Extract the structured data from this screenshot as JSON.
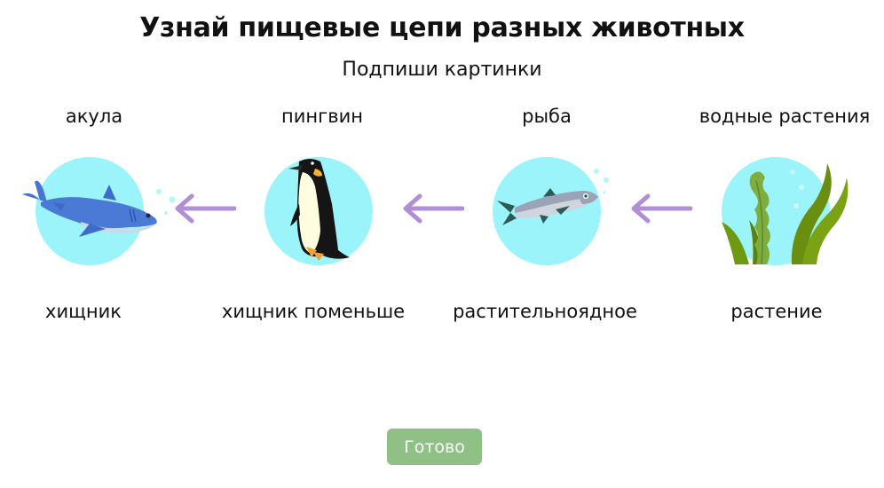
{
  "header": {
    "title": "Узнай пищевые цепи разных животных",
    "subtitle": "Подпиши картинки"
  },
  "chain": [
    {
      "name": "акула",
      "role": "хищник",
      "icon": "shark-icon"
    },
    {
      "name": "пингвин",
      "role": "хищник поменьше",
      "icon": "penguin-icon"
    },
    {
      "name": "рыба",
      "role": "растительноядное",
      "icon": "fish-icon"
    },
    {
      "name": "водные растения",
      "role": "растение",
      "icon": "seaweed-icon"
    }
  ],
  "arrows": [
    "arrow-left-icon",
    "arrow-left-icon",
    "arrow-left-icon"
  ],
  "colors": {
    "circle_bg": "#9af4fa",
    "arrow": "#b08fd4",
    "button_bg": "#8fc085"
  },
  "footer": {
    "done_label": "Готово"
  }
}
